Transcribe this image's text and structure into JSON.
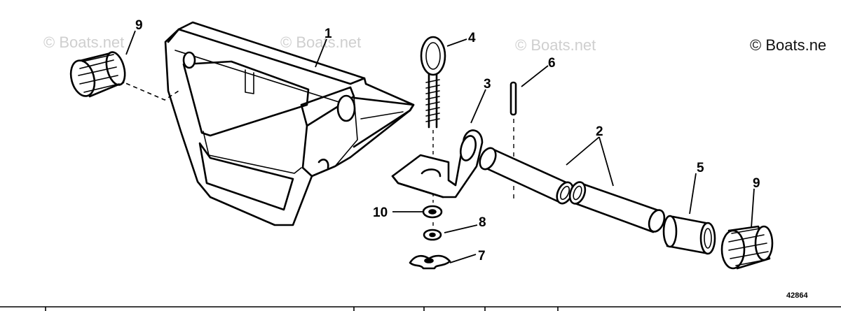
{
  "watermarks": [
    "© Boats.net",
    "© Boats.net",
    "© Boats.net"
  ],
  "watermark_corner": "© Boats.ne",
  "drawing_number": "42864",
  "callouts": {
    "c1": "1",
    "c2": "2",
    "c3": "3",
    "c4": "4",
    "c5": "5",
    "c6": "6",
    "c7": "7",
    "c8": "8",
    "c9_left": "9",
    "c9_right": "9",
    "c10": "10"
  }
}
